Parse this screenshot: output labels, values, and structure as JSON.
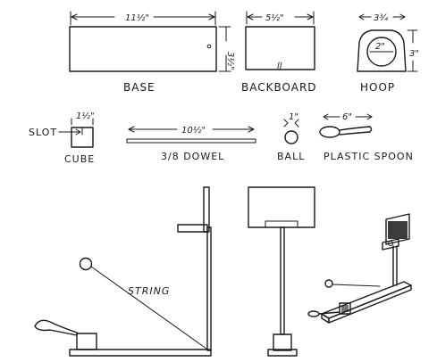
{
  "labels": {
    "base": "BASE",
    "backboard": "BACKBOARD",
    "hoop": "HOOP",
    "slot": "SLOT",
    "cube": "CUBE",
    "dowel": "3/8 DOWEL",
    "ball": "BALL",
    "spoon": "PLASTIC SPOON",
    "string": "STRING"
  },
  "dimensions": {
    "base_length": "11½\"",
    "base_width": "3½\"",
    "backboard_width": "5½\"",
    "hoop_width": "3¾",
    "hoop_height": "3\"",
    "hoop_inner": "2\"",
    "cube_side": "1½\"",
    "dowel_length": "10½\"",
    "ball_diameter": "1\"",
    "spoon_length": "6\""
  },
  "markings": {
    "backboard_mark": "ll"
  }
}
